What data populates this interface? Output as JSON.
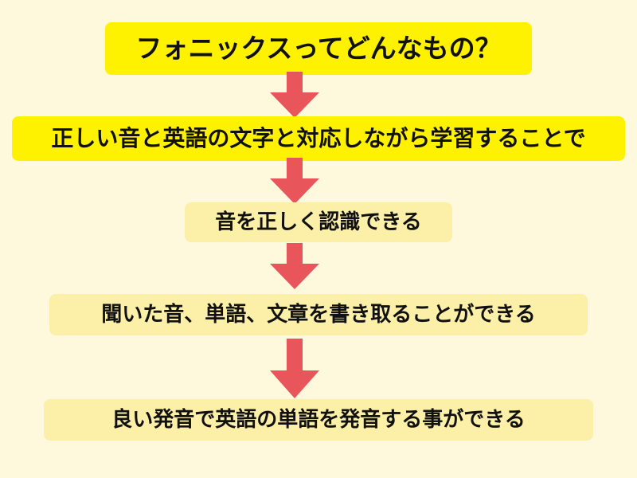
{
  "flow": {
    "steps": [
      "フォニックスってどんなもの？",
      "正しい音と英語の文字と対応しながら学習することで",
      "音を正しく認識できる",
      "聞いた音、単語、文章を書き取ることができる",
      "良い発音で英語の単語を発音する事ができる"
    ]
  },
  "colors": {
    "background": "#fef9dc",
    "highlight_box": "#fff200",
    "soft_box": "#fcefa8",
    "arrow": "#e8555a"
  },
  "icons": [
    "arrow-down-icon"
  ]
}
